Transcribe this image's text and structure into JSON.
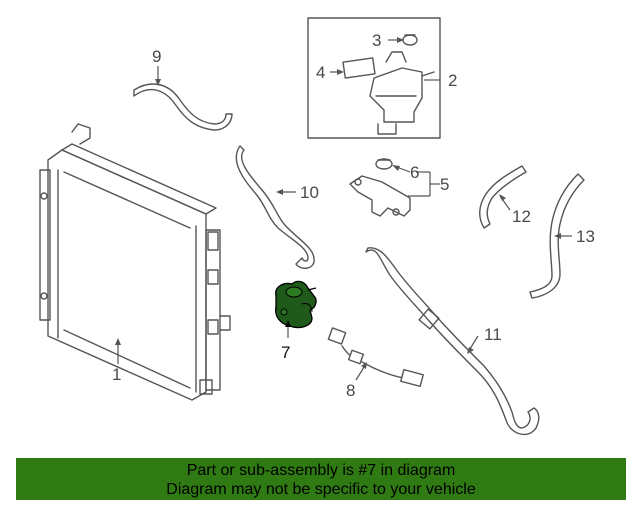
{
  "diagram": {
    "callouts": {
      "c1": "1",
      "c2": "2",
      "c3": "3",
      "c4": "4",
      "c5": "5",
      "c6": "6",
      "c7": "7",
      "c8": "8",
      "c9": "9",
      "c10": "10",
      "c11": "11",
      "c12": "12",
      "c13": "13"
    },
    "highlighted_part": "7",
    "highlight_color": "#1f5a1a",
    "banner_color": "#2f7a12"
  },
  "footer": {
    "line1": "Part or sub-assembly is #7 in diagram",
    "line2": "Diagram may not be specific to your vehicle"
  }
}
